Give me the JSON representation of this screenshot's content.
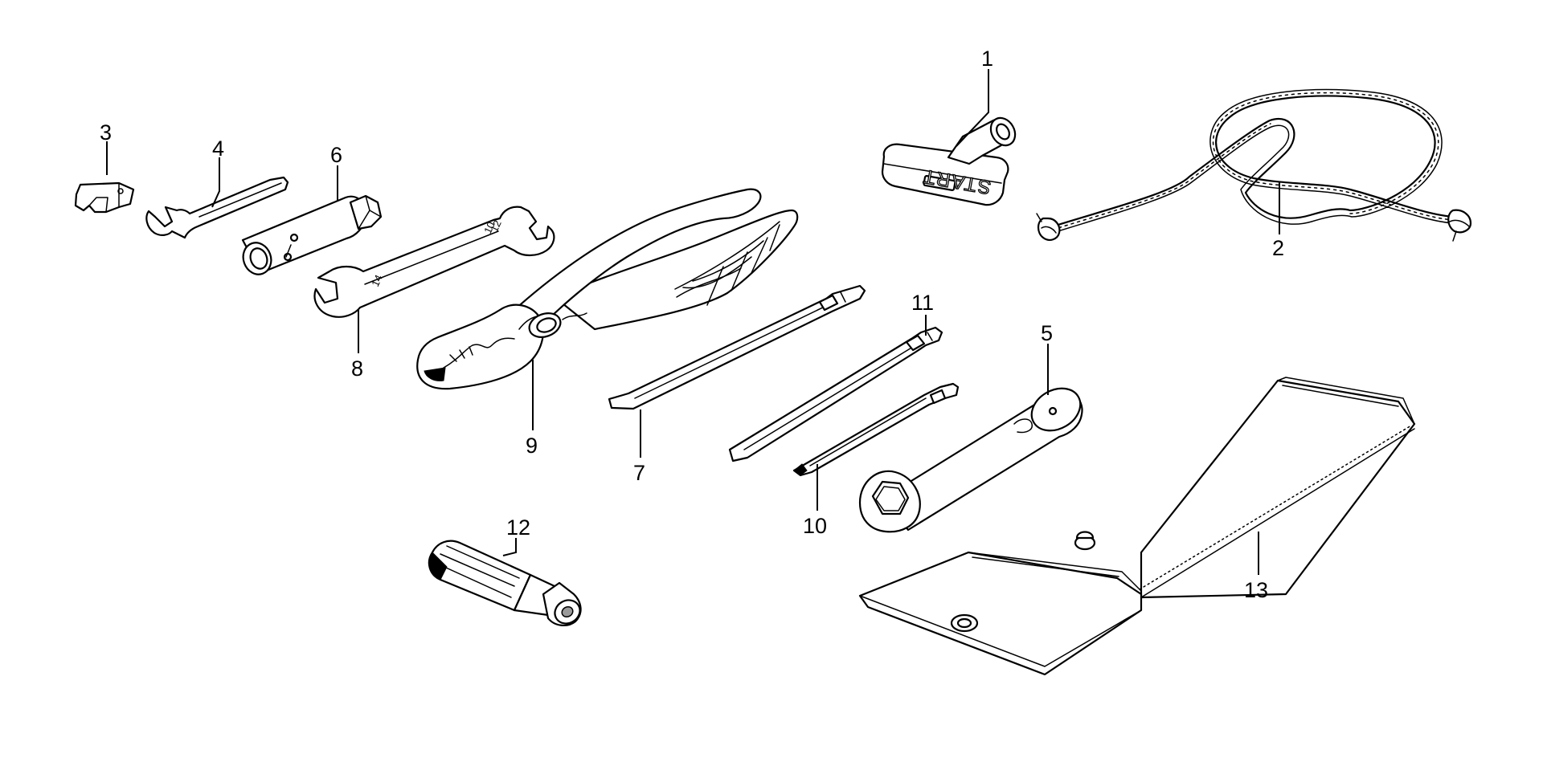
{
  "diagram": {
    "callouts": [
      {
        "id": "1",
        "label": "1"
      },
      {
        "id": "2",
        "label": "2"
      },
      {
        "id": "3",
        "label": "3"
      },
      {
        "id": "4",
        "label": "4"
      },
      {
        "id": "5",
        "label": "5"
      },
      {
        "id": "6",
        "label": "6"
      },
      {
        "id": "7",
        "label": "7"
      },
      {
        "id": "8",
        "label": "8"
      },
      {
        "id": "9",
        "label": "9"
      },
      {
        "id": "10",
        "label": "10"
      },
      {
        "id": "11",
        "label": "11"
      },
      {
        "id": "12",
        "label": "12"
      },
      {
        "id": "13",
        "label": "13"
      }
    ],
    "start_grip_text": "START",
    "wrench_8_marks": [
      "10",
      "12"
    ],
    "wrench_8_jaw_mark": "14"
  }
}
